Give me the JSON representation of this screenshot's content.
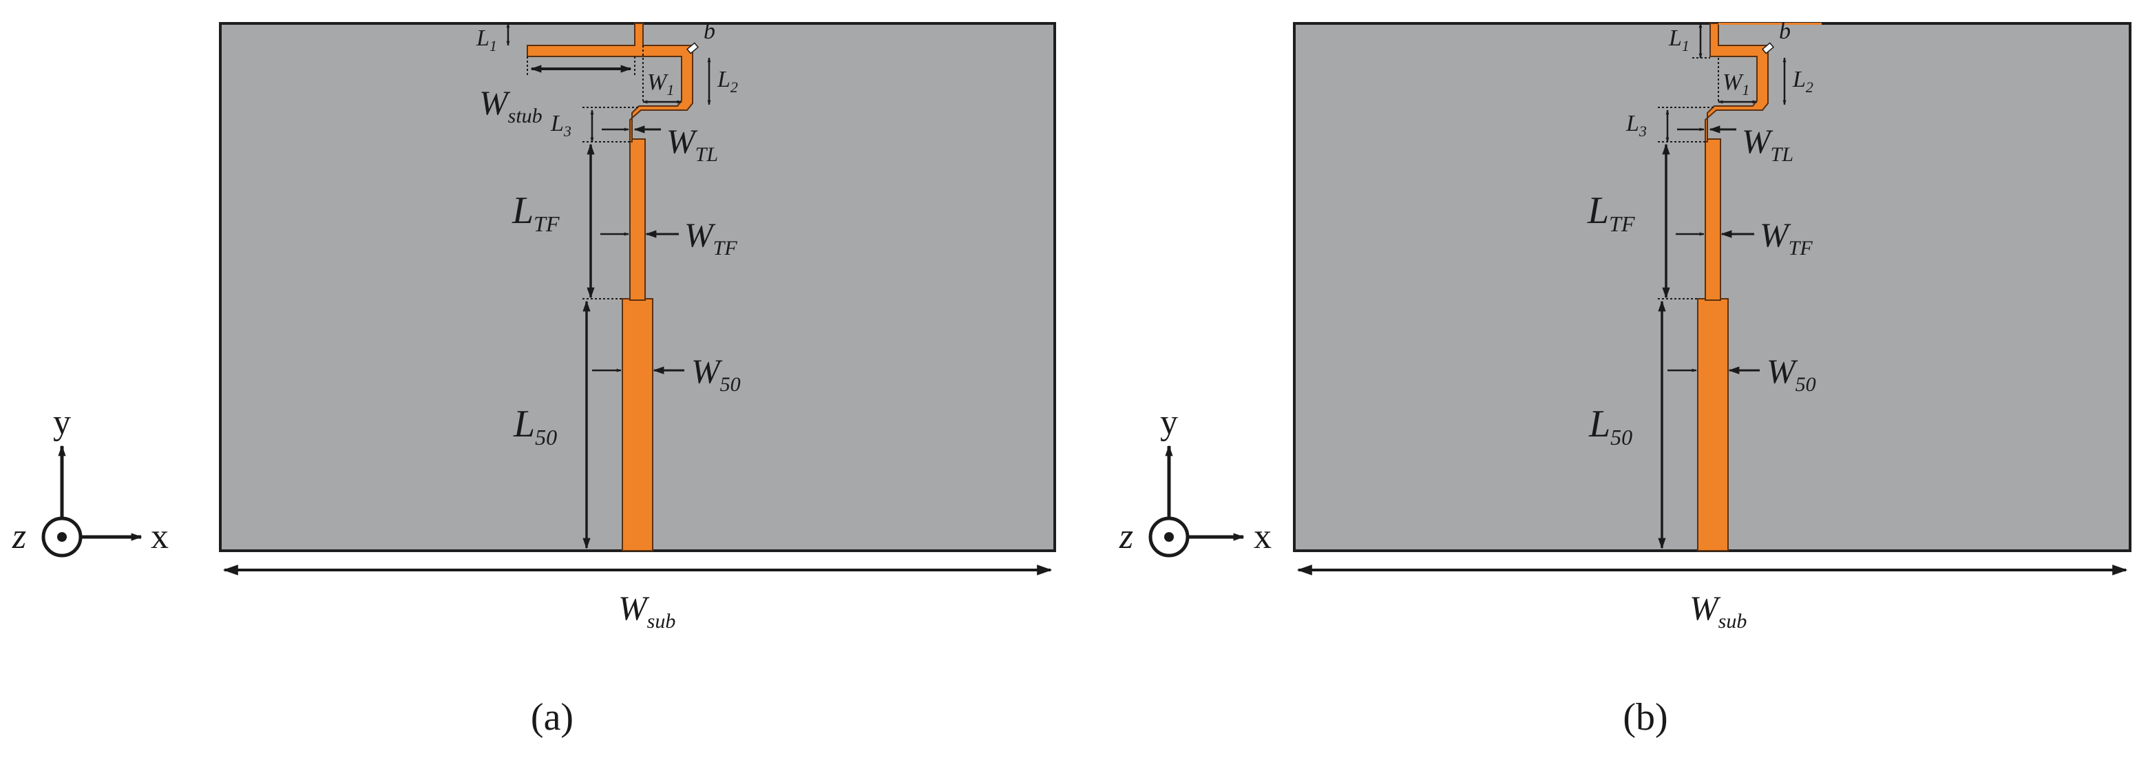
{
  "colors": {
    "substrate": "#a7a8aa",
    "substrate_border": "#1e1e1e",
    "conductor": "#f08327",
    "conductor_stroke": "#5a3010",
    "ink": "#1a1a1a"
  },
  "axes": {
    "y": "y",
    "x": "x",
    "z": "z"
  },
  "panels": [
    {
      "caption": "(a)",
      "has_stub": true,
      "labels": {
        "L1": {
          "main": "L",
          "sub": "1"
        },
        "b": {
          "main": "b",
          "sub": ""
        },
        "W1": {
          "main": "W",
          "sub": "1"
        },
        "L2": {
          "main": "L",
          "sub": "2"
        },
        "Wstub": {
          "main": "W",
          "sub": "stub"
        },
        "L3": {
          "main": "L",
          "sub": "3"
        },
        "WTL": {
          "main": "W",
          "sub": "TL"
        },
        "LTF": {
          "main": "L",
          "sub": "TF"
        },
        "WTF": {
          "main": "W",
          "sub": "TF"
        },
        "W50": {
          "main": "W",
          "sub": "50"
        },
        "L50": {
          "main": "L",
          "sub": "50"
        },
        "Wsub": {
          "main": "W",
          "sub": "sub"
        }
      }
    },
    {
      "caption": "(b)",
      "has_stub": false,
      "labels": {
        "L1": {
          "main": "L",
          "sub": "1"
        },
        "b": {
          "main": "b",
          "sub": ""
        },
        "W1": {
          "main": "W",
          "sub": "1"
        },
        "L2": {
          "main": "L",
          "sub": "2"
        },
        "L3": {
          "main": "L",
          "sub": "3"
        },
        "WTL": {
          "main": "W",
          "sub": "TL"
        },
        "LTF": {
          "main": "L",
          "sub": "TF"
        },
        "WTF": {
          "main": "W",
          "sub": "TF"
        },
        "W50": {
          "main": "W",
          "sub": "50"
        },
        "L50": {
          "main": "L",
          "sub": "50"
        },
        "Wsub": {
          "main": "W",
          "sub": "sub"
        }
      }
    }
  ]
}
